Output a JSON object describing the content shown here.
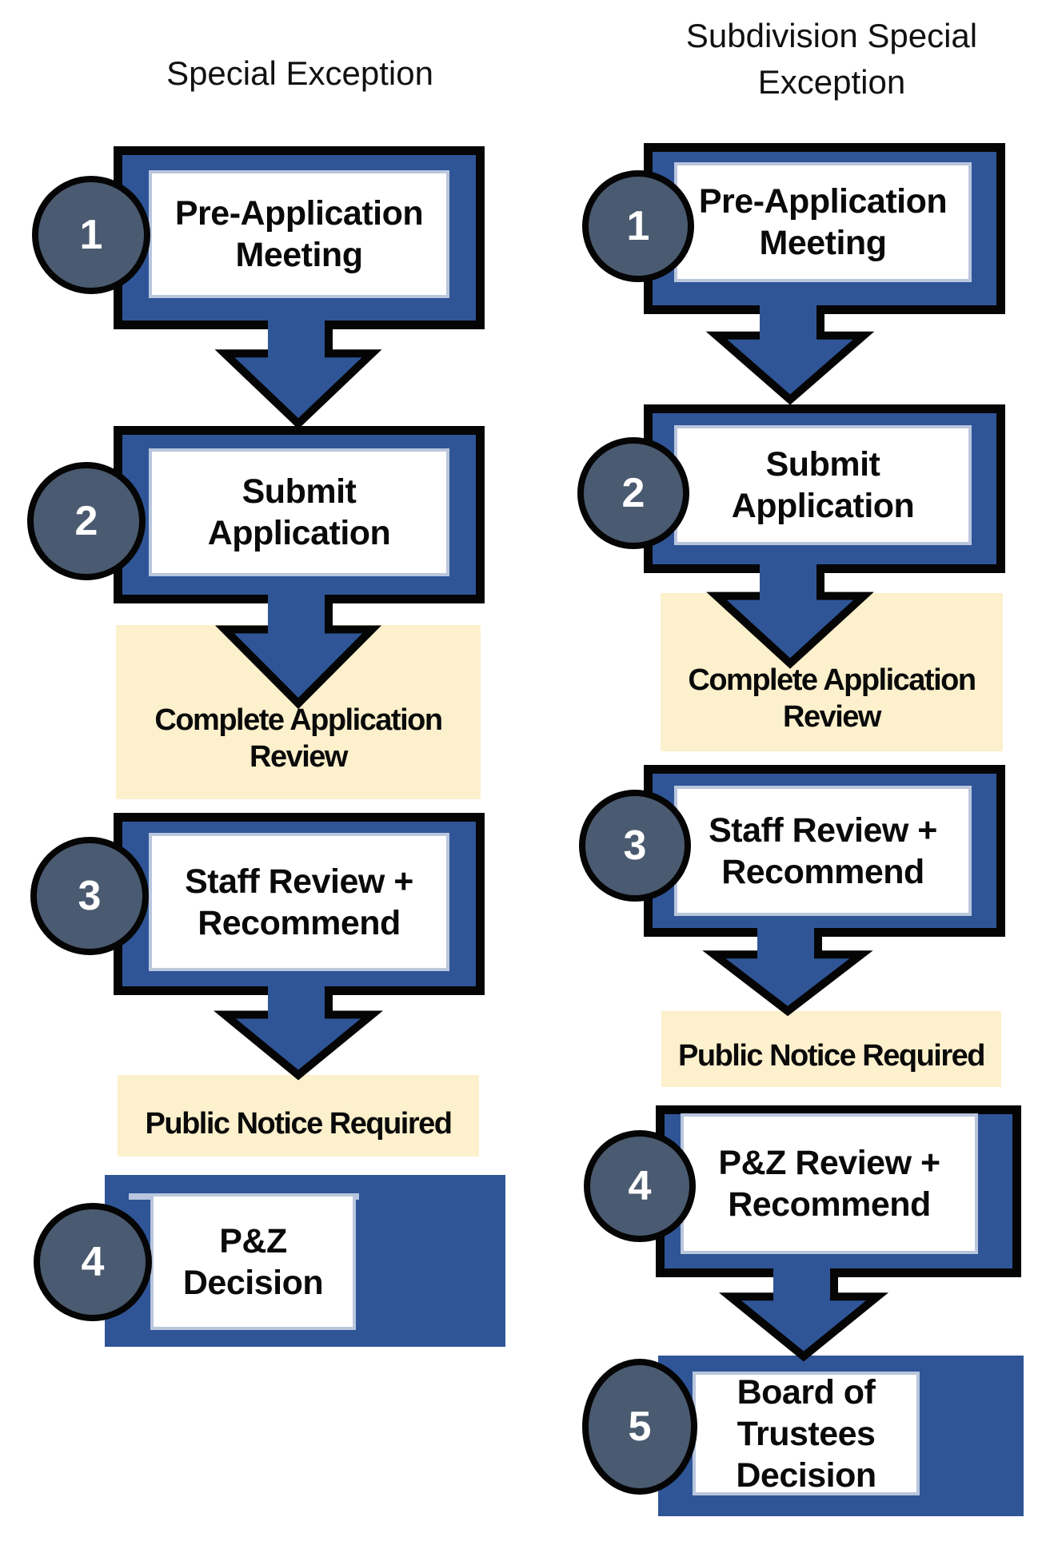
{
  "colors": {
    "box_fill": "#2f5597",
    "box_outline": "#050505",
    "inner_fill": "#ffffff",
    "circle_fill": "#4a5a70",
    "note_fill": "#fdf0cc"
  },
  "left": {
    "title": "Special Exception",
    "steps": [
      {
        "number": "1",
        "label_lines": [
          "Pre-Application",
          "Meeting"
        ]
      },
      {
        "number": "2",
        "label_lines": [
          "Submit",
          "Application"
        ]
      },
      {
        "number": "3",
        "label_lines": [
          "Staff Review +",
          "Recommend"
        ]
      },
      {
        "number": "4",
        "label_lines": [
          "P&Z Decision"
        ]
      }
    ],
    "notes": [
      {
        "label_lines": [
          "Complete Application",
          "Review"
        ]
      },
      {
        "label_lines": [
          "Public Notice Required"
        ]
      }
    ]
  },
  "right": {
    "title_lines": [
      "Subdivision Special",
      "Exception"
    ],
    "steps": [
      {
        "number": "1",
        "label_lines": [
          "Pre-Application",
          "Meeting"
        ]
      },
      {
        "number": "2",
        "label_lines": [
          "Submit",
          "Application"
        ]
      },
      {
        "number": "3",
        "label_lines": [
          "Staff Review +",
          "Recommend"
        ]
      },
      {
        "number": "4",
        "label_lines": [
          "P&Z Review +",
          "Recommend"
        ]
      },
      {
        "number": "5",
        "label_lines": [
          "Board of Trustees",
          "Decision"
        ]
      }
    ],
    "notes": [
      {
        "label_lines": [
          "Complete Application",
          "Review"
        ]
      },
      {
        "label_lines": [
          "Public Notice Required"
        ]
      }
    ]
  }
}
